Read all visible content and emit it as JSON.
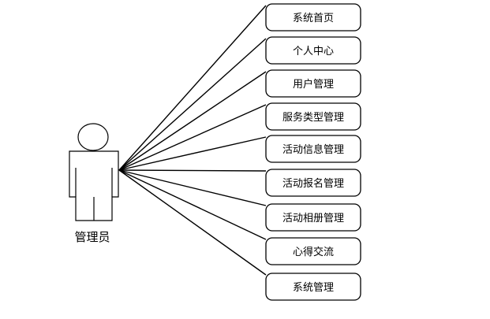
{
  "actor": {
    "label": "管理员"
  },
  "use_cases": [
    {
      "label": "系统首页"
    },
    {
      "label": "个人中心"
    },
    {
      "label": "用户管理"
    },
    {
      "label": "服务类型管理"
    },
    {
      "label": "活动信息管理"
    },
    {
      "label": "活动报名管理"
    },
    {
      "label": "活动相册管理"
    },
    {
      "label": "心得交流"
    },
    {
      "label": "系统管理"
    }
  ]
}
